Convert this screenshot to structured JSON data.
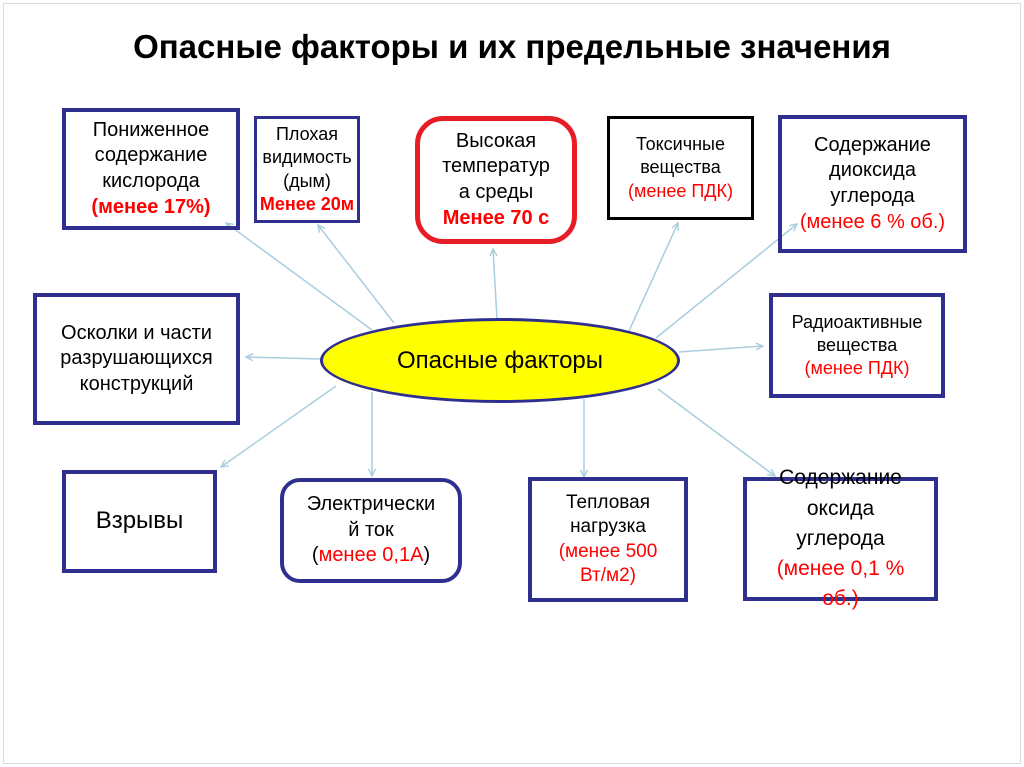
{
  "title": "Опасные факторы и их предельные значения",
  "center": {
    "label": "Опасные факторы"
  },
  "colors": {
    "box_border_navy": "#2f2f8f",
    "box_border_black": "#000000",
    "box_border_red": "#e71d25",
    "limit_text_red": "#ff0000",
    "ellipse_fill_yellow": "#ffff00",
    "arrow_light_blue": "#a9cdde",
    "text_black": "#000000"
  },
  "nodes": {
    "oxygen": {
      "lines": [
        "Пониженное",
        "содержание",
        "кислорода"
      ],
      "limit": "(менее 17%)"
    },
    "visibility": {
      "lines": [
        "Плохая",
        "видимость",
        "(дым)"
      ],
      "limit": "Менее 20м"
    },
    "temperature": {
      "lines": [
        "Высокая",
        "температур",
        "а среды"
      ],
      "limit": "Менее 70 с"
    },
    "toxic": {
      "lines": [
        "Токсичные",
        "вещества"
      ],
      "limit": "(менее ПДК)"
    },
    "co2": {
      "lines": [
        "Содержание",
        "диоксида",
        "углерода"
      ],
      "limit": "(менее 6 % об.)"
    },
    "debris": {
      "lines": [
        "Осколки и части",
        "разрушающихся",
        "конструкций"
      ]
    },
    "radioactive": {
      "lines": [
        "Радиоактивные",
        "вещества"
      ],
      "limit": "(менее ПДК)"
    },
    "explosions": {
      "lines": [
        "Взрывы"
      ]
    },
    "electric": {
      "lines": [
        "Электрически",
        "й ток"
      ],
      "limit_open": "(",
      "limit_value": "менее 0,1А",
      "limit_close": ")"
    },
    "thermal": {
      "lines": [
        "Тепловая",
        "нагрузка"
      ],
      "limit_lines": [
        "(менее 500",
        "Вт/м2)"
      ]
    },
    "co": {
      "lines": [
        "Содержание",
        "оксида",
        "углерода"
      ],
      "limit_lines": [
        "(менее 0,1 %",
        "об.)"
      ]
    }
  }
}
